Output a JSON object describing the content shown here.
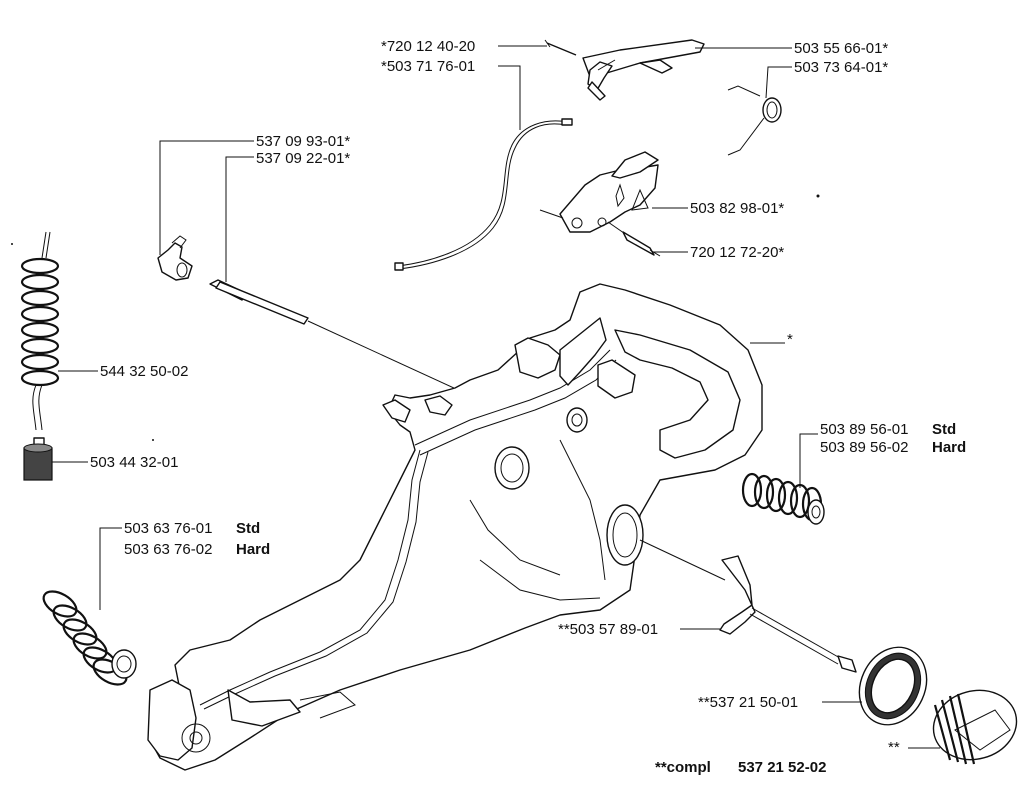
{
  "labels": {
    "pin_720_12_40_20": "*720 12 40-20",
    "cable_503_71_76_01": "*503 71 76-01",
    "lever_503_55_66_01": "503 55 66-01*",
    "spring_503_73_64_01": "503 73 64-01*",
    "part_537_09_93_01": "537 09 93-01*",
    "part_537_09_22_01": "537 09 22-01*",
    "bracket_503_82_98_01": "503 82 98-01*",
    "pin_720_12_72_20": "720 12 72-20*",
    "handle_star": "*",
    "hose_544_32_50_02": "544 32 50-02",
    "filter_503_44_32_01": "503 44 32-01",
    "av_503_89_56_01": "503 89 56-01",
    "av_503_89_56_01_tag": "Std",
    "av_503_89_56_02": "503 89 56-02",
    "av_503_89_56_02_tag": "Hard",
    "av_503_63_76_01": "503 63 76-01",
    "av_503_63_76_01_tag": "Std",
    "av_503_63_76_02": "503 63 76-02",
    "av_503_63_76_02_tag": "Hard",
    "bolt_503_57_89_01": "**503 57 89-01",
    "seal_537_21_50_01": "**537 21 50-01",
    "cap_star": "**",
    "compl_prefix": "**compl",
    "compl_number": "537 21 52-02"
  }
}
